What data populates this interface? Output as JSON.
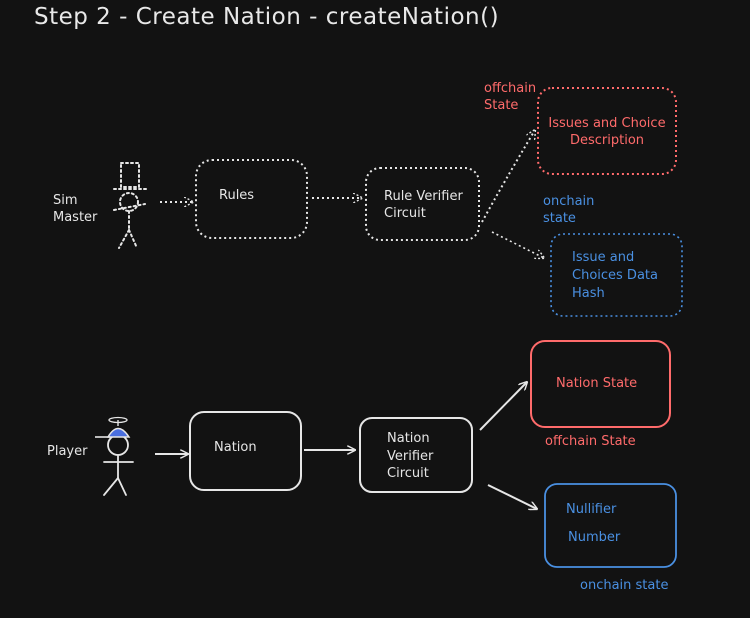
{
  "title": "Step 2 - Create Nation - createNation()",
  "colors": {
    "background": "#121212",
    "stroke": "#e6e6e6",
    "offchain": "#ff6b6b",
    "onchain": "#4a90e2",
    "hat": "#4a6fe0"
  },
  "top_flow": {
    "actor_label": "Sim Master",
    "rules_label": "Rules",
    "verifier_label": "Rule Verifier Circuit",
    "offchain_tag": "offchain State",
    "offchain_box": "Issues and Choice Description",
    "onchain_tag": "onchain state",
    "onchain_box": "Issue and Choices Data Hash"
  },
  "bottom_flow": {
    "actor_label": "Player",
    "nation_label": "Nation",
    "verifier_label": "Nation Verifier Circuit",
    "state_box": "Nation State",
    "offchain_tag": "offchain State",
    "nullifier_label": "Nullifier",
    "number_label": "Number",
    "onchain_tag": "onchain state"
  }
}
